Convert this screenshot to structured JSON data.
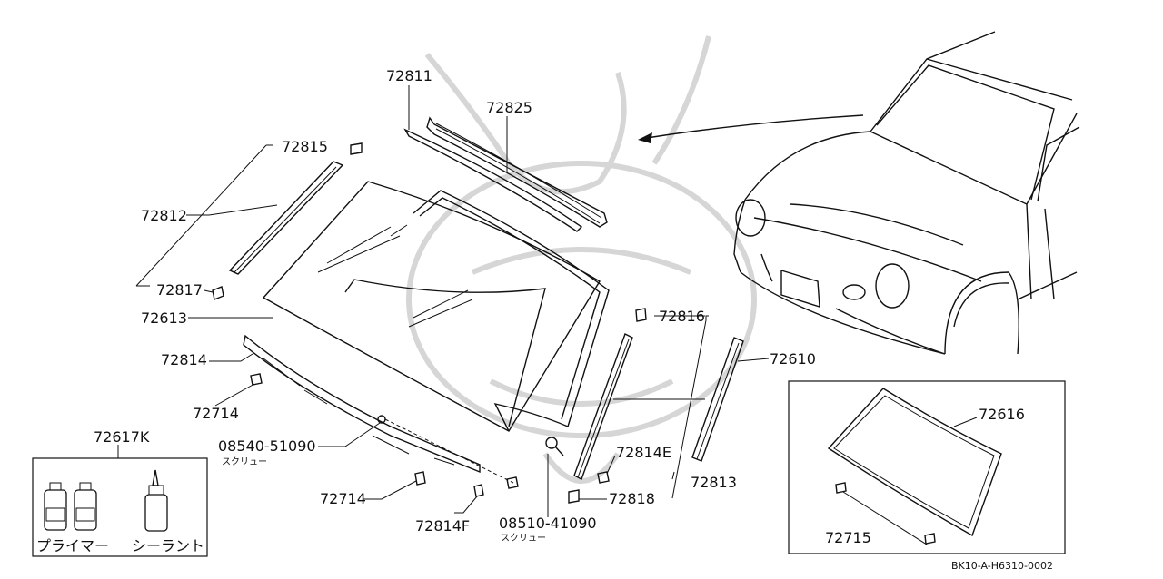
{
  "diagram": {
    "reference": "BK10-A-H6310-0002",
    "labels": {
      "p72811": "72811",
      "p72825": "72825",
      "p72815": "72815",
      "p72812": "72812",
      "p72817": "72817",
      "p72613": "72613",
      "p72814": "72814",
      "p72714a": "72714",
      "p72617k": "72617K",
      "p08540": "08540-51090",
      "p08540_sub": "スクリュー",
      "p72714b": "72714",
      "p72814f": "72814F",
      "p08510": "08510-41090",
      "p08510_sub": "スクリュー",
      "p72814e": "72814E",
      "p72818": "72818",
      "p72813": "72813",
      "p72816": "72816",
      "p72610": "72610",
      "p72616": "72616",
      "p72715": "72715"
    },
    "kit_items": {
      "primer": "プライマー",
      "sealant": "シーラント"
    }
  }
}
